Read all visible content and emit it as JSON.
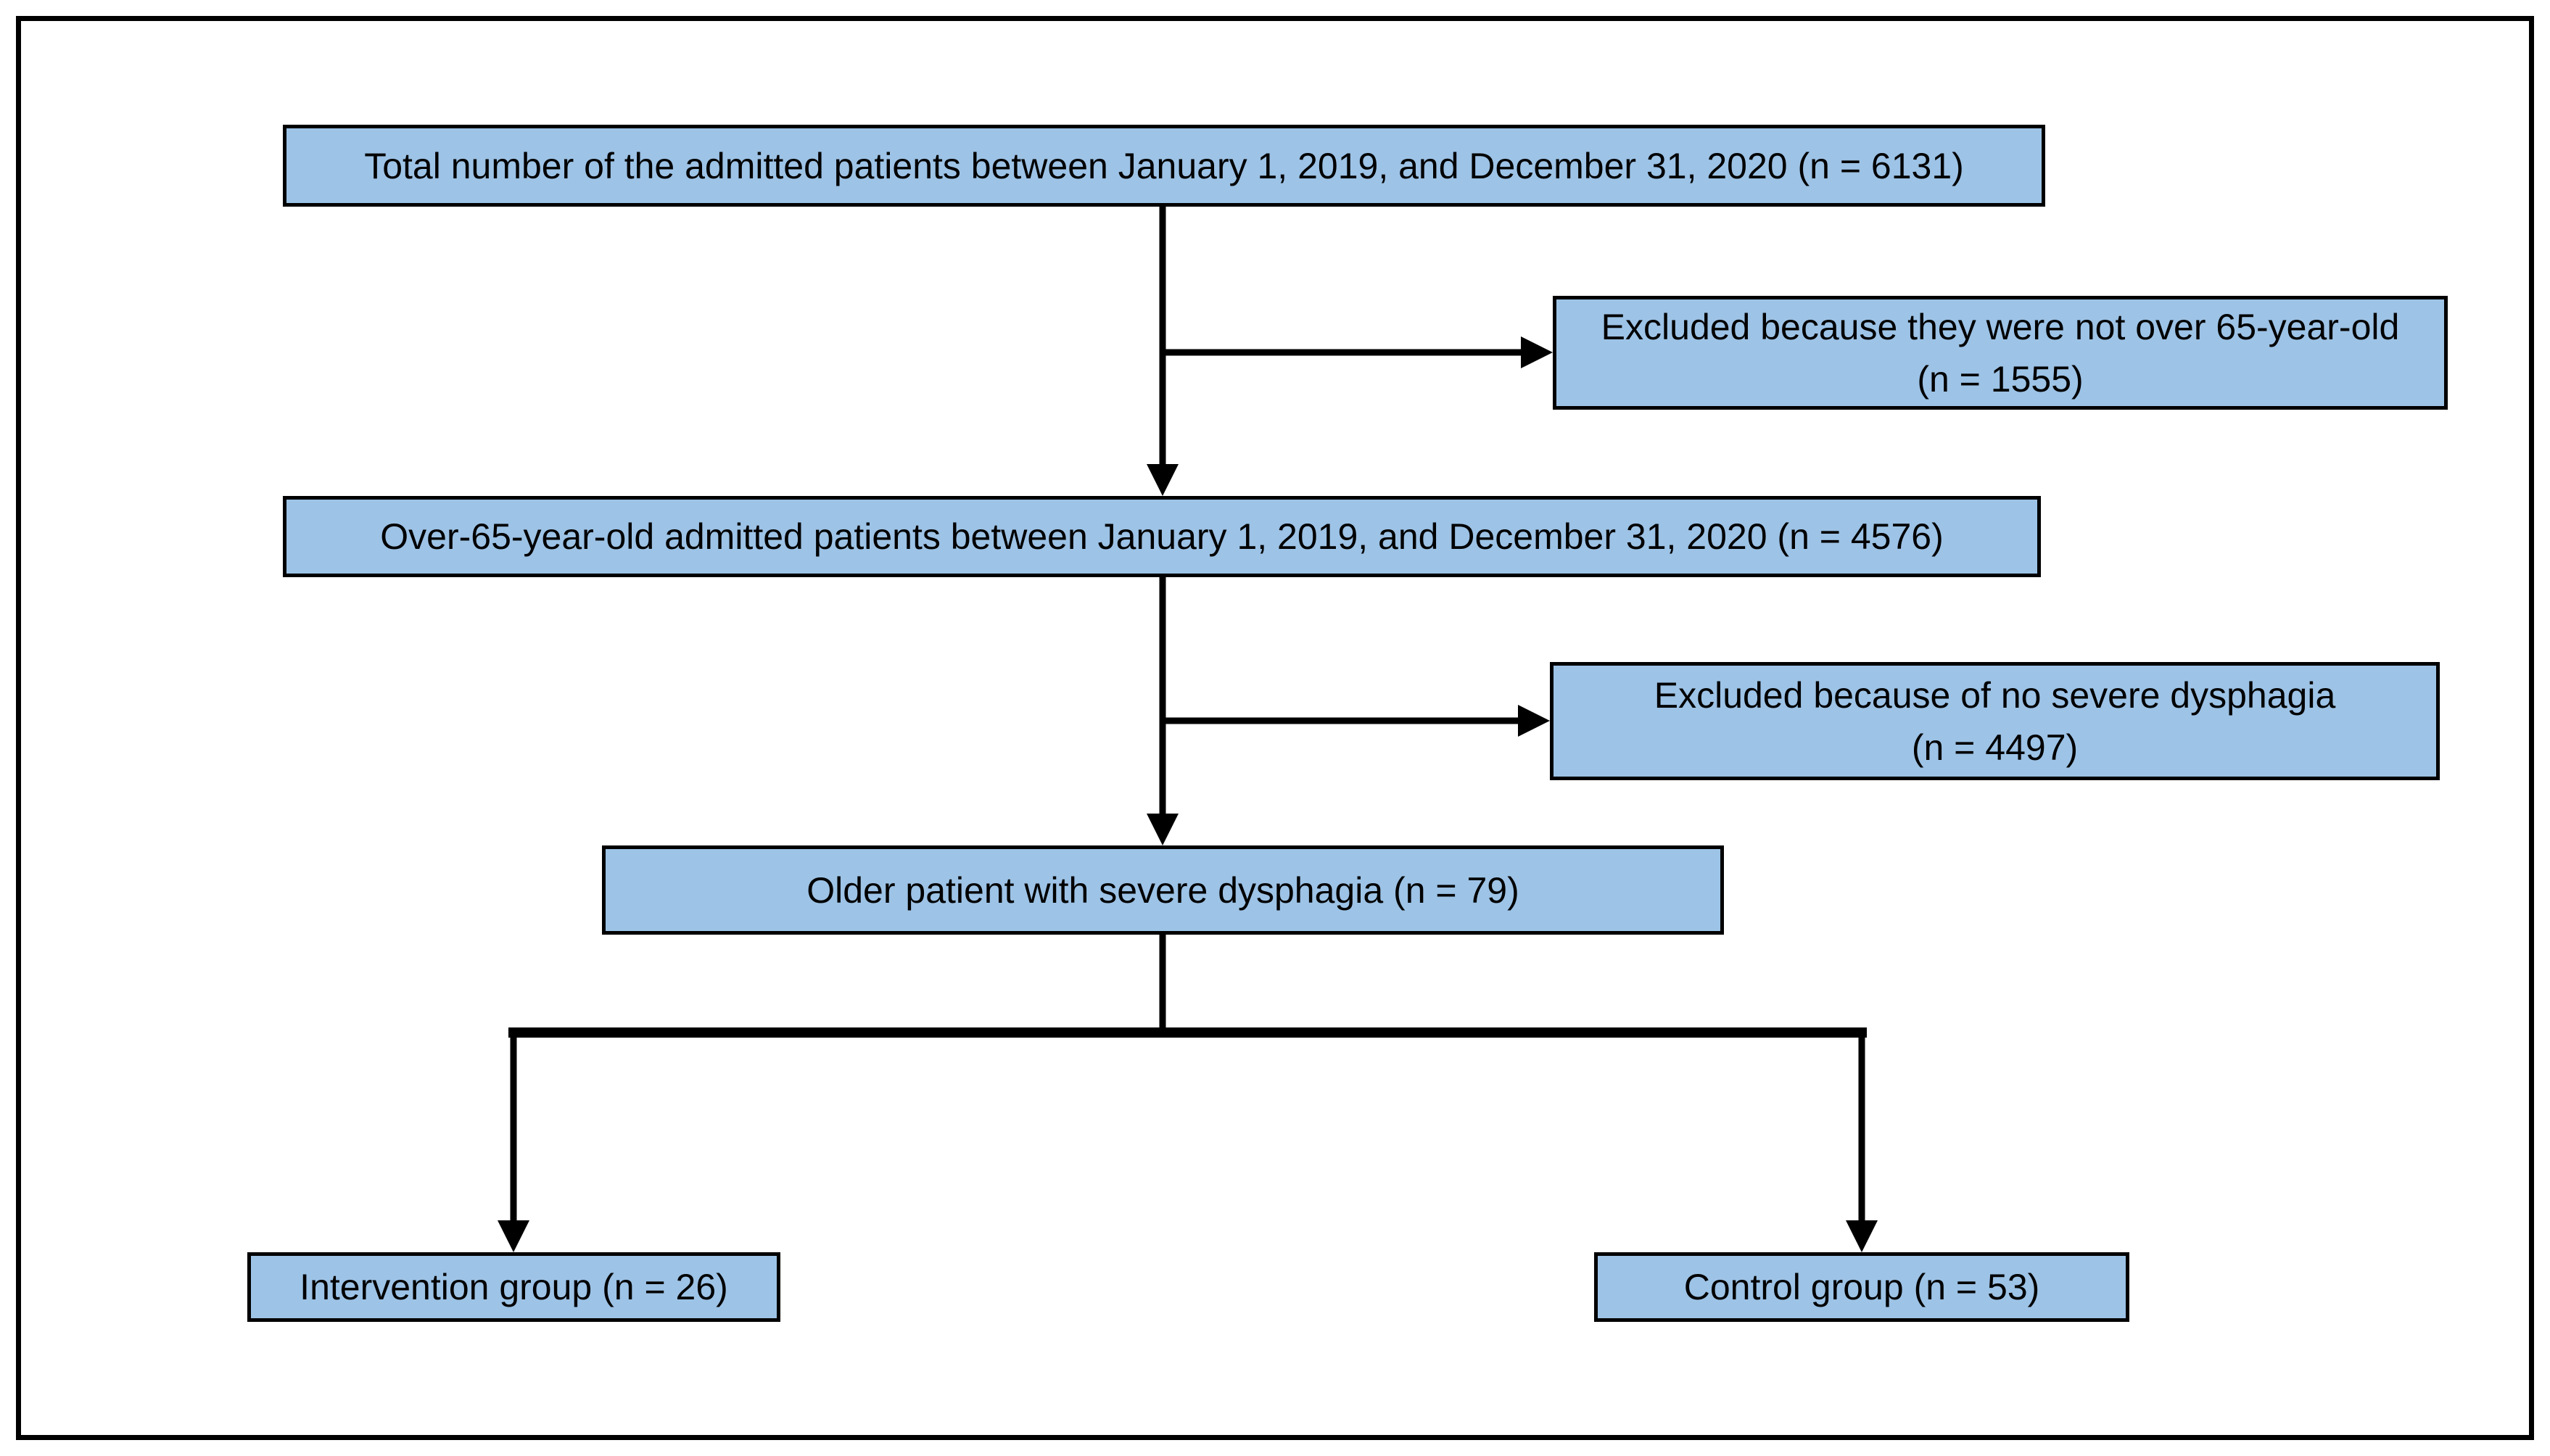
{
  "colors": {
    "background": "#FFFFFF",
    "box_fill": "#9DC3E6",
    "box_border": "#000000",
    "line": "#000000"
  },
  "boxes": {
    "total_admitted": "Total number of the admitted patients between January 1, 2019, and December 31, 2020 (n = 6131)",
    "excluded_age_line1": "Excluded because they were not over 65-year-old",
    "excluded_age_line2": "(n = 1555)",
    "over_65_admitted": "Over-65-year-old admitted patients between January 1, 2019, and December 31, 2020 (n = 4576)",
    "excluded_dysphagia_line1": "Excluded because of no severe dysphagia",
    "excluded_dysphagia_line2": "(n = 4497)",
    "severe_dysphagia": "Older patient with severe dysphagia (n = 79)",
    "intervention_group": "Intervention group (n = 26)",
    "control_group": "Control group (n = 53)"
  }
}
